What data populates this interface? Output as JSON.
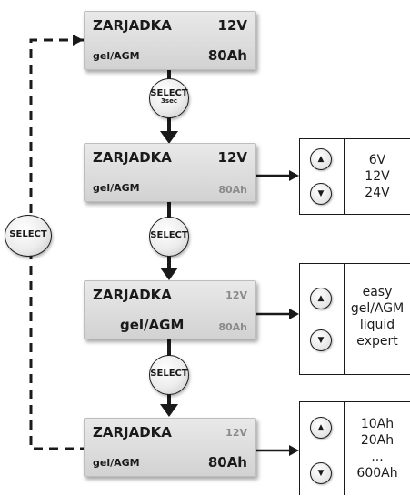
{
  "screens": [
    {
      "title": "ZARJADKA",
      "voltage": "12V",
      "type": "gel/AGM",
      "capacity": "80Ah"
    },
    {
      "title": "ZARJADKA",
      "voltage": "12V",
      "type": "gel/AGM",
      "capacity": "80Ah"
    },
    {
      "title": "ZARJADKA",
      "voltage": "12V",
      "type": "gel/AGM",
      "capacity": "80Ah"
    },
    {
      "title": "ZARJADKA",
      "voltage": "12V",
      "type": "gel/AGM",
      "capacity": "80Ah"
    }
  ],
  "select_buttons": [
    {
      "label": "SELECT",
      "sub": "3sec"
    },
    {
      "label": "SELECT"
    },
    {
      "label": "SELECT"
    },
    {
      "label": "SELECT"
    }
  ],
  "options": [
    {
      "up_icon": "up-triangle-icon",
      "down_icon": "down-triangle-icon",
      "values": [
        "6V",
        "12V",
        "24V"
      ]
    },
    {
      "up_icon": "up-triangle-icon",
      "down_icon": "down-triangle-icon",
      "values": [
        "easy",
        "gel/AGM",
        "liquid",
        "expert"
      ]
    },
    {
      "up_icon": "up-triangle-icon",
      "down_icon": "down-triangle-icon",
      "values": [
        "10Ah",
        "20Ah",
        "...",
        "600Ah"
      ]
    }
  ]
}
